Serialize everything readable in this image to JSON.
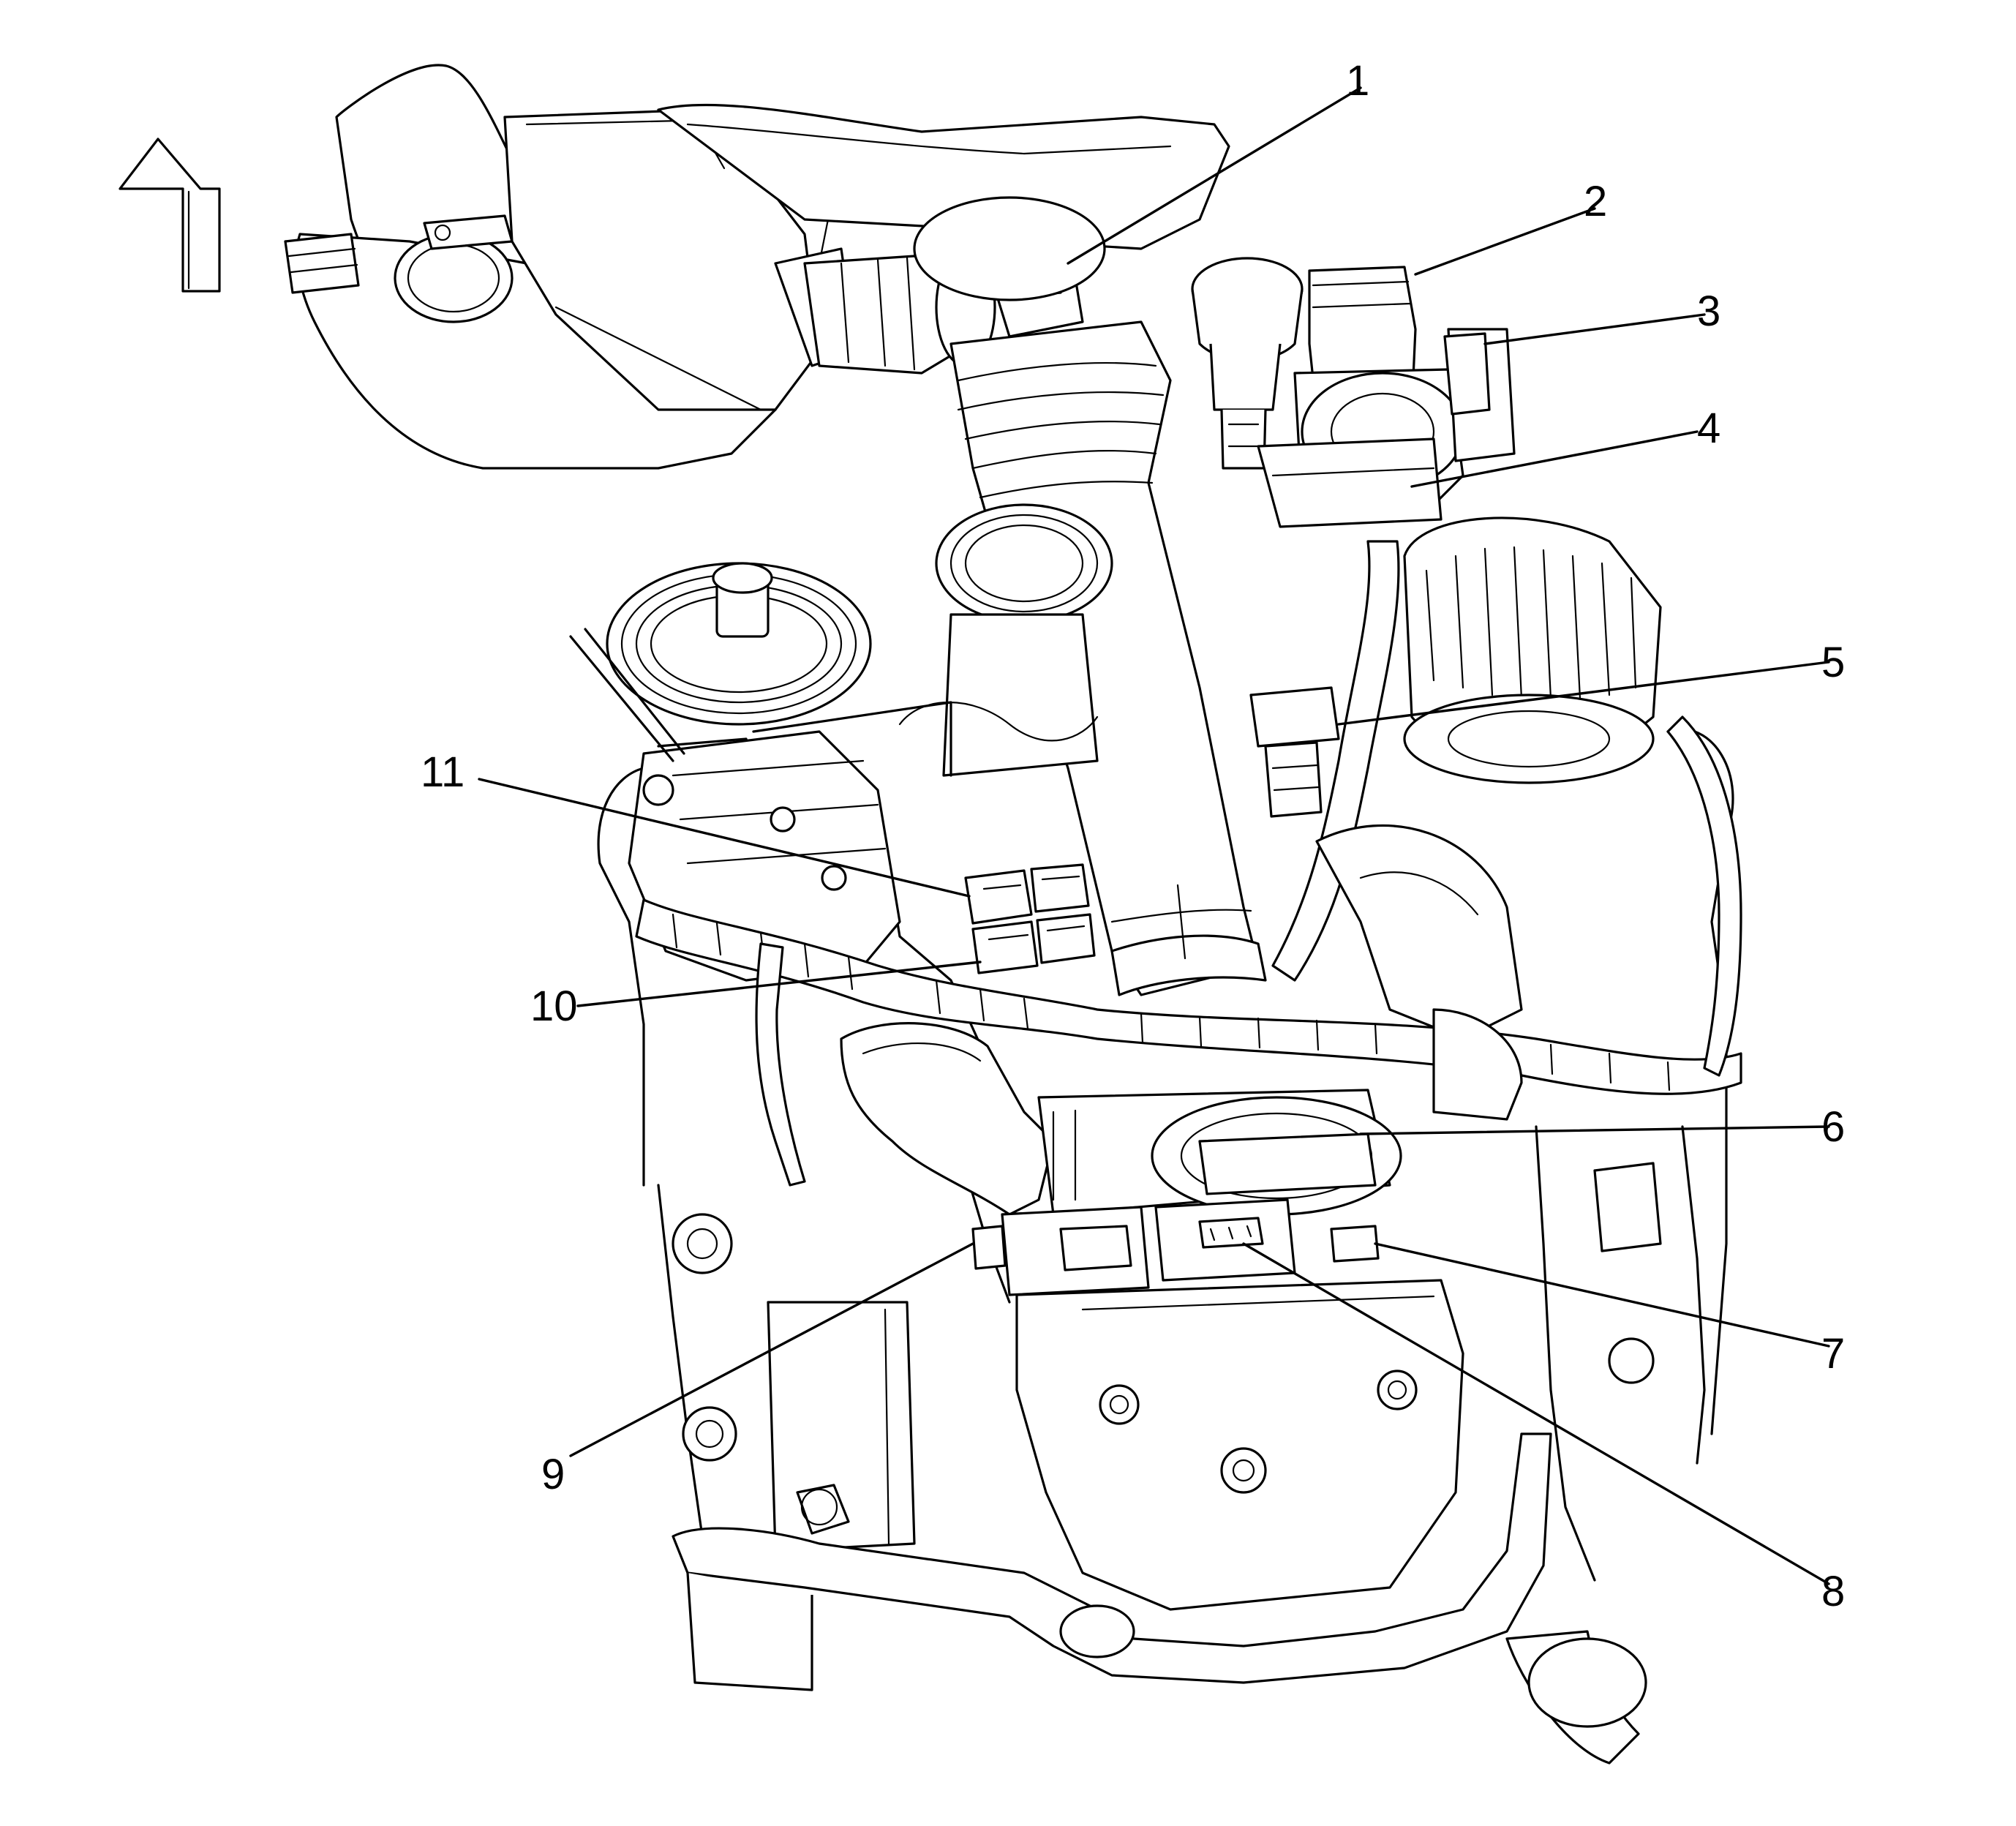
{
  "diagram": {
    "orientation_arrow": {
      "icon": "up-arrow-icon",
      "direction": "up"
    },
    "callouts": [
      {
        "label": "1"
      },
      {
        "label": "2"
      },
      {
        "label": "3"
      },
      {
        "label": "4"
      },
      {
        "label": "5"
      },
      {
        "label": "6"
      },
      {
        "label": "7"
      },
      {
        "label": "8"
      },
      {
        "label": "9"
      },
      {
        "label": "10"
      },
      {
        "label": "11"
      }
    ]
  },
  "colors": {
    "line": "#000000",
    "background": "#ffffff"
  }
}
